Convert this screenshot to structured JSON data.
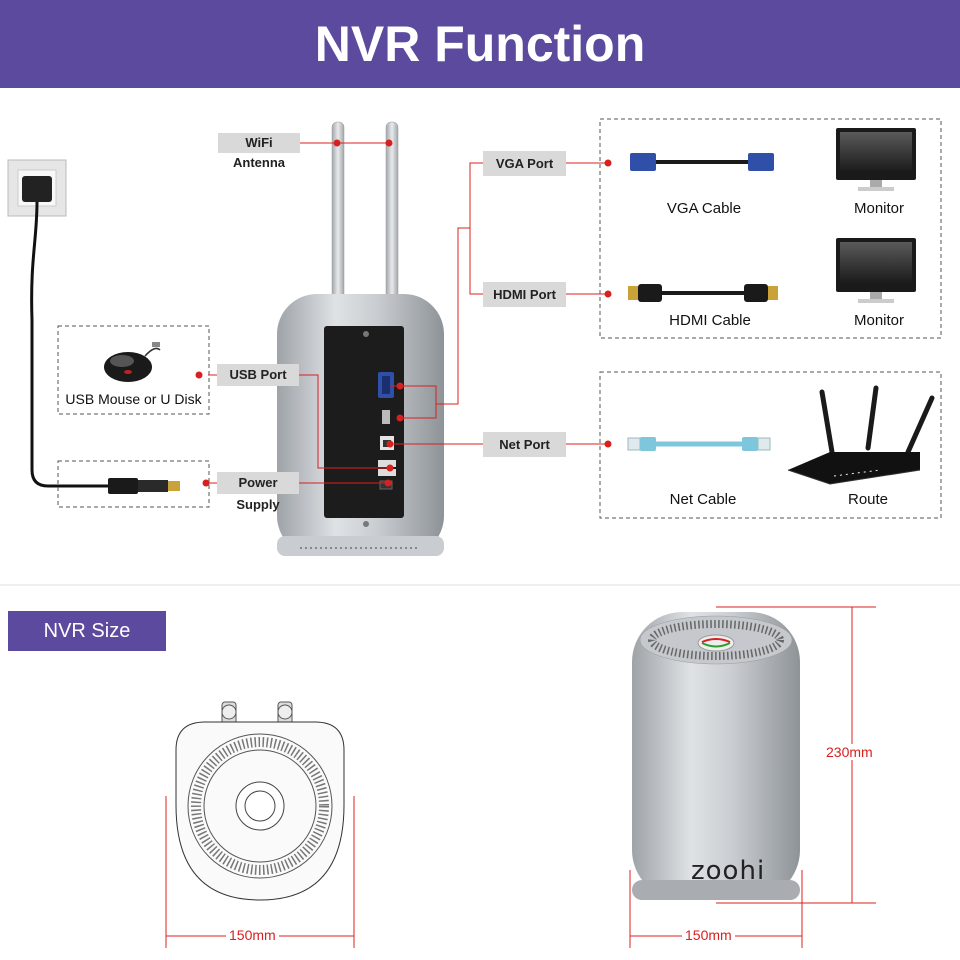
{
  "banner": {
    "title": "NVR Function"
  },
  "labels": {
    "wifi_antenna": "WiFi Antenna",
    "usb_port": "USB Port",
    "power_supply": "Power Supply",
    "vga_port": "VGA Port",
    "hdmi_port": "HDMI Port",
    "net_port": "Net Port"
  },
  "captions": {
    "usb_mouse": "USB Mouse or U Disk",
    "vga_cable": "VGA Cable",
    "monitor_1": "Monitor",
    "hdmi_cable": "HDMI Cable",
    "monitor_2": "Monitor",
    "net_cable": "Net Cable",
    "route": "Route"
  },
  "size_section": {
    "title": "NVR Size",
    "top_width": "150mm",
    "side_width": "150mm",
    "height": "230mm",
    "brand": "zoohi"
  },
  "colors": {
    "banner": "#5b4a9e",
    "accent_red": "#d82020",
    "tag_bg": "#d9d9d9"
  }
}
